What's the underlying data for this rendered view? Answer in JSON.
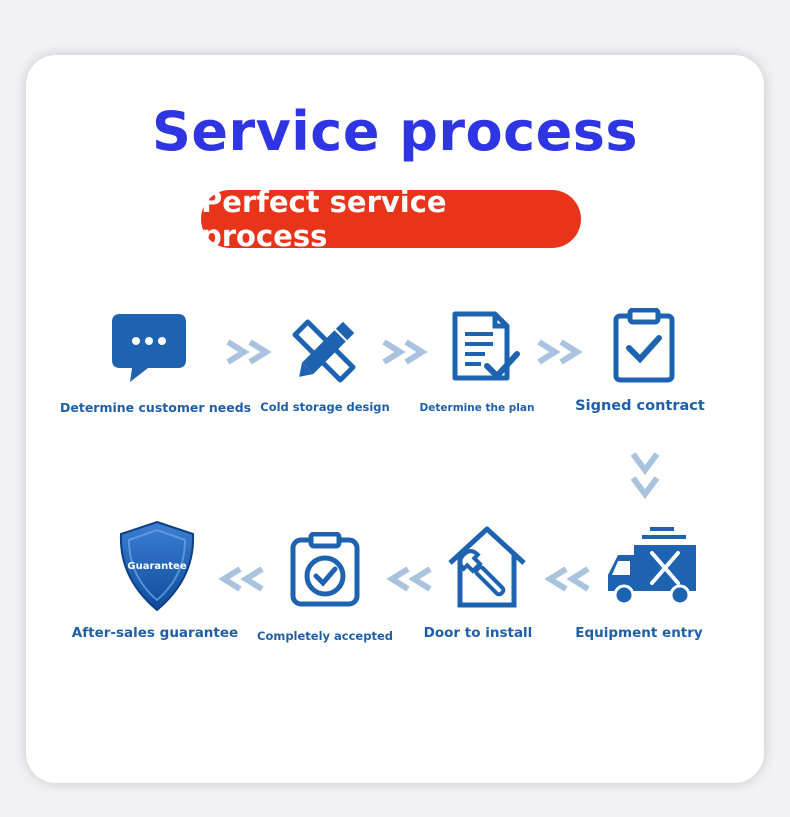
{
  "title": "Service process",
  "subtitle": "Perfect service process",
  "steps": [
    {
      "label": "Determine customer needs",
      "icon": "chat-bubble-icon"
    },
    {
      "label": "Cold storage design",
      "icon": "pencil-ruler-icon"
    },
    {
      "label": "Determine the plan",
      "icon": "document-check-icon"
    },
    {
      "label": "Signed contract",
      "icon": "clipboard-check-icon"
    },
    {
      "label": "Equipment entry",
      "icon": "truck-tools-icon"
    },
    {
      "label": "Door to install",
      "icon": "house-wrench-icon"
    },
    {
      "label": "Completely accepted",
      "icon": "clipboard-badge-check-icon"
    },
    {
      "label": "After-sales guarantee",
      "icon": "shield-icon",
      "badge": "Guarantee"
    }
  ],
  "colors": {
    "title": "#2f35e2",
    "pill": "#e8341a",
    "icon": "#1e63b0",
    "label": "#1f5fa8",
    "arrow": "#a9c3df"
  }
}
